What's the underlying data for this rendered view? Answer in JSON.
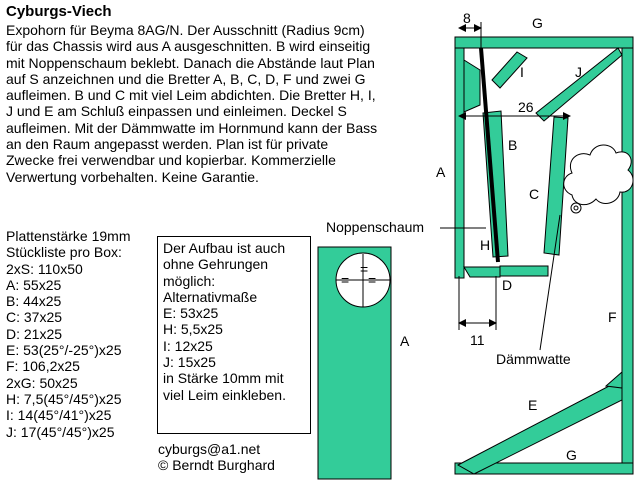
{
  "title": "Cyburgs-Viech",
  "intro_lines": [
    "Expohorn für Beyma 8AG/N. Der Ausschnitt (Radius 9cm)",
    "für das Chassis wird aus A ausgeschnitten. B wird einseitig",
    "mit Noppenschaum beklebt. Danach die Abstände laut Plan",
    "auf S anzeichnen und die Bretter A, B, C, D, F und zwei G",
    "aufleimen. B und C mit viel Leim abdichten. Die Bretter H, I,",
    "J und E am Schluß einpassen und einleimen. Deckel S",
    "aufleimen. Mit der Dämmwatte im Hornmund kann der Bass",
    "an den Raum angepasst werden. Plan ist für private",
    "Zwecke frei verwendbar und kopierbar. Kommerzielle",
    "Verwertung vorbehalten. Keine Garantie."
  ],
  "stock_list": [
    "Plattenstärke 19mm",
    "Stückliste pro Box:",
    "2xS: 110x50",
    "A: 55x25",
    "B: 44x25",
    "C: 37x25",
    "D: 21x25",
    "E: 53(25°/-25°)x25",
    "F: 106,2x25",
    "2xG: 50x25",
    "H: 7,5(45°/45°)x25",
    "I: 14(45°/41°)x25",
    "J: 17(45°/45°)x25"
  ],
  "alt_box_lines": [
    "Der Aufbau ist auch",
    "ohne Gehrungen",
    "möglich:",
    "Alternativmaße",
    "E: 53x25",
    "H: 5,5x25",
    "I: 12x25",
    "J: 15x25",
    "in Stärke 10mm mit",
    "viel Leim einkleben."
  ],
  "contact_lines": [
    "cyburgs@a1.net",
    "© Berndt Burghard"
  ],
  "labels": {
    "dim_8": "8",
    "dim_26": "26",
    "dim_11": "11",
    "G_top": "G",
    "G_bottom": "G",
    "I": "I",
    "J": "J",
    "A_side": "A",
    "B": "B",
    "C": "C",
    "H": "H",
    "D": "D",
    "F": "F",
    "E": "E",
    "A_panel": "A",
    "noppenschaum": "Noppenschaum",
    "daemmwatte": "Dämmwatte",
    "equal": "="
  },
  "colors": {
    "board": "#33cc99",
    "outline": "#000000",
    "background": "#ffffff"
  }
}
